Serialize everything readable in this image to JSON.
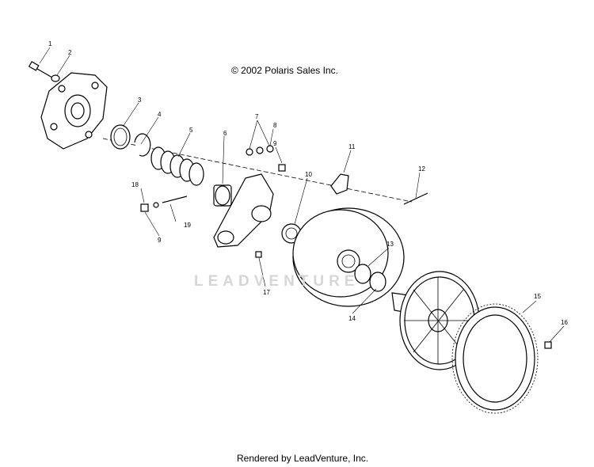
{
  "copyright": "© 2002 Polaris Sales Inc.",
  "footer": "Rendered by LeadVenture, Inc.",
  "watermark": "LEADVENTURE",
  "callouts": [
    "1",
    "2",
    "3",
    "4",
    "5",
    "6",
    "7",
    "8",
    "9",
    "10",
    "11",
    "12",
    "13",
    "14",
    "15",
    "16",
    "17",
    "18",
    "19",
    "9"
  ]
}
